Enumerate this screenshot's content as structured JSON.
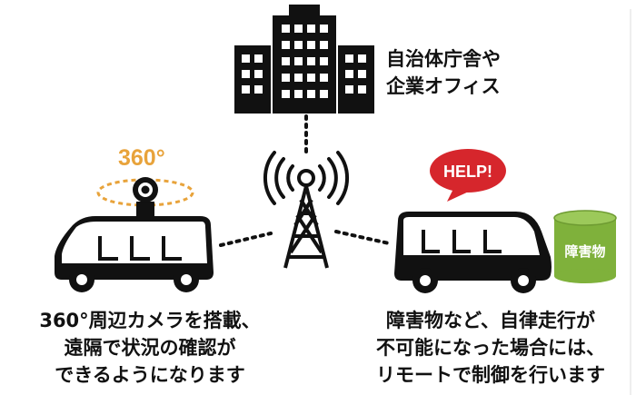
{
  "building": {
    "label_line1": "自治体庁舎や",
    "label_line2": "企業オフィス",
    "icon": "office-building-icon"
  },
  "tower": {
    "icon": "radio-tower-icon"
  },
  "left_vehicle": {
    "camera_label": "360°",
    "caption_line1": "360°周辺カメラを搭載、",
    "caption_line2": "遠隔で状況の確認が",
    "caption_line3": "できるようになります"
  },
  "right_vehicle": {
    "help_text": "HELP!",
    "obstacle_label": "障害物",
    "caption_line1": "障害物など、自律走行が",
    "caption_line2": "不可能になった場合には、",
    "caption_line3": "リモートで制御を行います"
  },
  "colors": {
    "accent_orange": "#E8A33B",
    "help_red": "#D6262C",
    "obstacle_green": "#7FB13B",
    "ink": "#111111"
  }
}
